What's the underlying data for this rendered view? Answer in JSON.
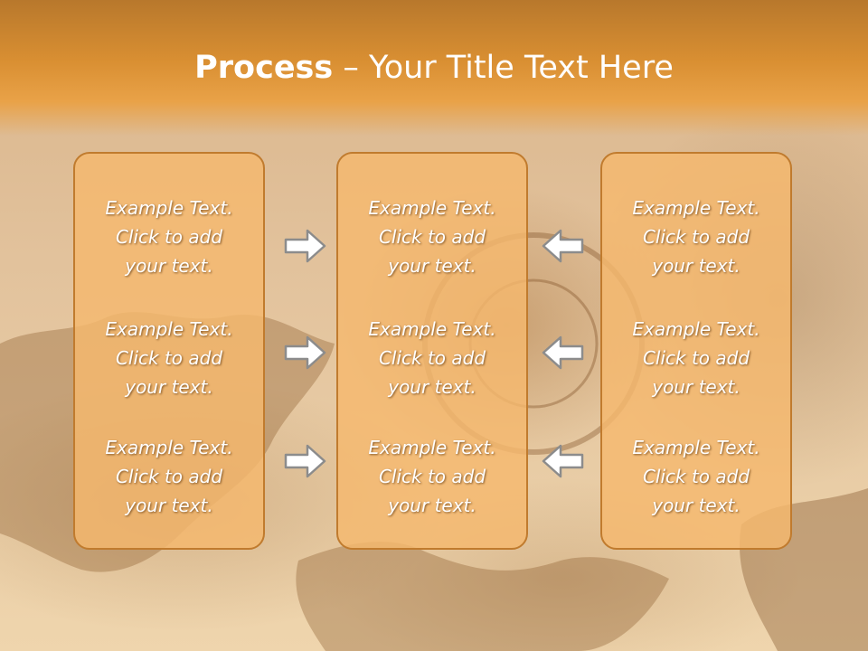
{
  "slide": {
    "title_bold": "Process",
    "title_rest": " – Your Title Text Here",
    "accent_color": "#e9a248",
    "box_color": "#f5b86e"
  },
  "columns": [
    {
      "items": [
        {
          "line1": "Example Text.",
          "line2": "Click  to add",
          "line3": "your text."
        },
        {
          "line1": "Example Text.",
          "line2": "Click  to add",
          "line3": "your text."
        },
        {
          "line1": "Example Text.",
          "line2": "Click  to add",
          "line3": "your text."
        }
      ]
    },
    {
      "items": [
        {
          "line1": "Example Text.",
          "line2": "Click  to add",
          "line3": "your text."
        },
        {
          "line1": "Example Text.",
          "line2": "Click  to add",
          "line3": "your text."
        },
        {
          "line1": "Example Text.",
          "line2": "Click  to add",
          "line3": "your text."
        }
      ]
    },
    {
      "items": [
        {
          "line1": "Example Text.",
          "line2": "Click  to add",
          "line3": "your text."
        },
        {
          "line1": "Example Text.",
          "line2": "Click  to add",
          "line3": "your text."
        },
        {
          "line1": "Example Text.",
          "line2": "Click  to add",
          "line3": "your text."
        }
      ]
    }
  ],
  "arrows": {
    "left_group": "arrow-right-icon",
    "right_group": "arrow-left-icon"
  }
}
